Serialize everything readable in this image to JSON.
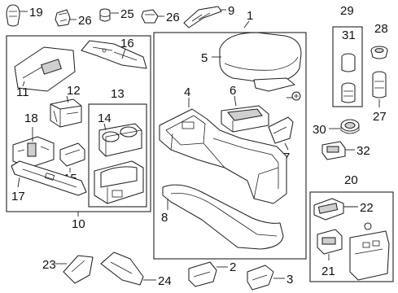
{
  "diagram": {
    "callouts": {
      "c1": "1",
      "c2": "2",
      "c3": "3",
      "c4": "4",
      "c5": "5",
      "c6": "6",
      "c7": "7",
      "c8": "8",
      "c9": "9",
      "c10": "10",
      "c11": "11",
      "c12": "12",
      "c13": "13",
      "c14": "14",
      "c15": "15",
      "c16": "16",
      "c17": "17",
      "c18": "18",
      "c19": "19",
      "c20": "20",
      "c21": "21",
      "c22": "22",
      "c23": "23",
      "c24": "24",
      "c25": "25",
      "c26a": "26",
      "c26b": "26",
      "c27": "27",
      "c28": "28",
      "c29": "29",
      "c30": "30",
      "c31": "31",
      "c32": "32"
    }
  }
}
